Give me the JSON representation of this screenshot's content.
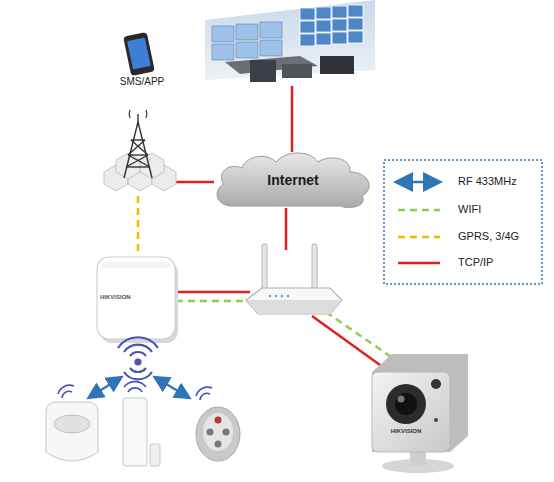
{
  "diagram": {
    "nodes": [
      {
        "text": [
          "Internet"
        ]
      }
    ],
    "labels": [
      "SMS/APP",
      "HIKVISION",
      "HIKVISION"
    ],
    "legend": [
      {
        "text": "RF 433MHz"
      },
      {
        "text": "WIFI"
      },
      {
        "text": "GPRS, 3/4G"
      },
      {
        "text": "TCP/IP"
      }
    ]
  }
}
